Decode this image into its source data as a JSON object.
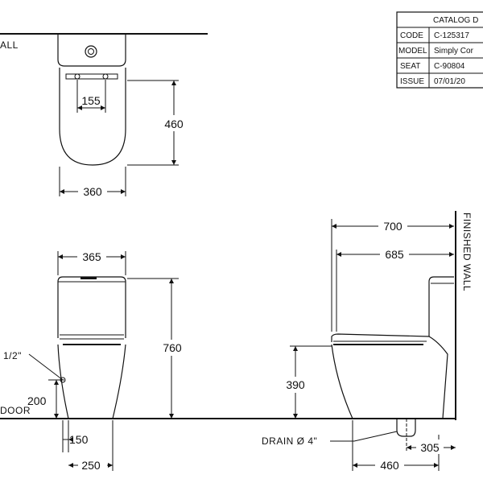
{
  "catalog": {
    "header": "CATALOG D",
    "rows": [
      {
        "key": "CODE",
        "value": "C-125317"
      },
      {
        "key": "MODEL",
        "value": "Simply Cor"
      },
      {
        "key": "SEAT",
        "value": "C-90804"
      },
      {
        "key": "ISSUE",
        "value": "07/01/20"
      }
    ]
  },
  "labels": {
    "wall_top": "ALL",
    "finished_wall": "FINISHED WALL",
    "floor": "DOOR",
    "drain": "DRAIN Ø 4\"",
    "supply": "1/2\""
  },
  "dimensions": {
    "top_spacing": "155",
    "top_depth": "460",
    "top_width": "360",
    "front_tank_width": "365",
    "front_height": "760",
    "front_supply_height": "200",
    "front_supply_offset": "150",
    "front_base_width": "250",
    "side_overall": "700",
    "side_seat": "685",
    "side_seat_height": "390",
    "side_drain_offset": "305",
    "side_base_depth": "460"
  },
  "colors": {
    "line": "#111111",
    "background": "#ffffff"
  }
}
